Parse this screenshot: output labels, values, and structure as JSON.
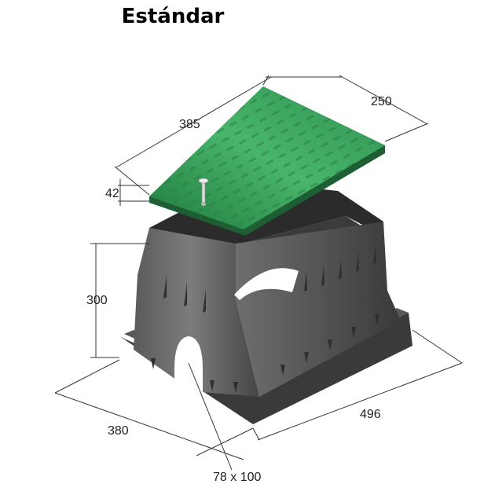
{
  "title": "Estándar",
  "dimensions": {
    "lid_length": "385",
    "lid_width": "250",
    "lid_thickness": "42",
    "body_height": "300",
    "base_width": "380",
    "base_length": "496",
    "opening": "78 x 100"
  },
  "colors": {
    "lid": "#3fae63",
    "lid_dark": "#2e8a4b",
    "body": "#4a4a4a",
    "body_light": "#6a6a6a",
    "body_dark": "#2c2c2c"
  }
}
